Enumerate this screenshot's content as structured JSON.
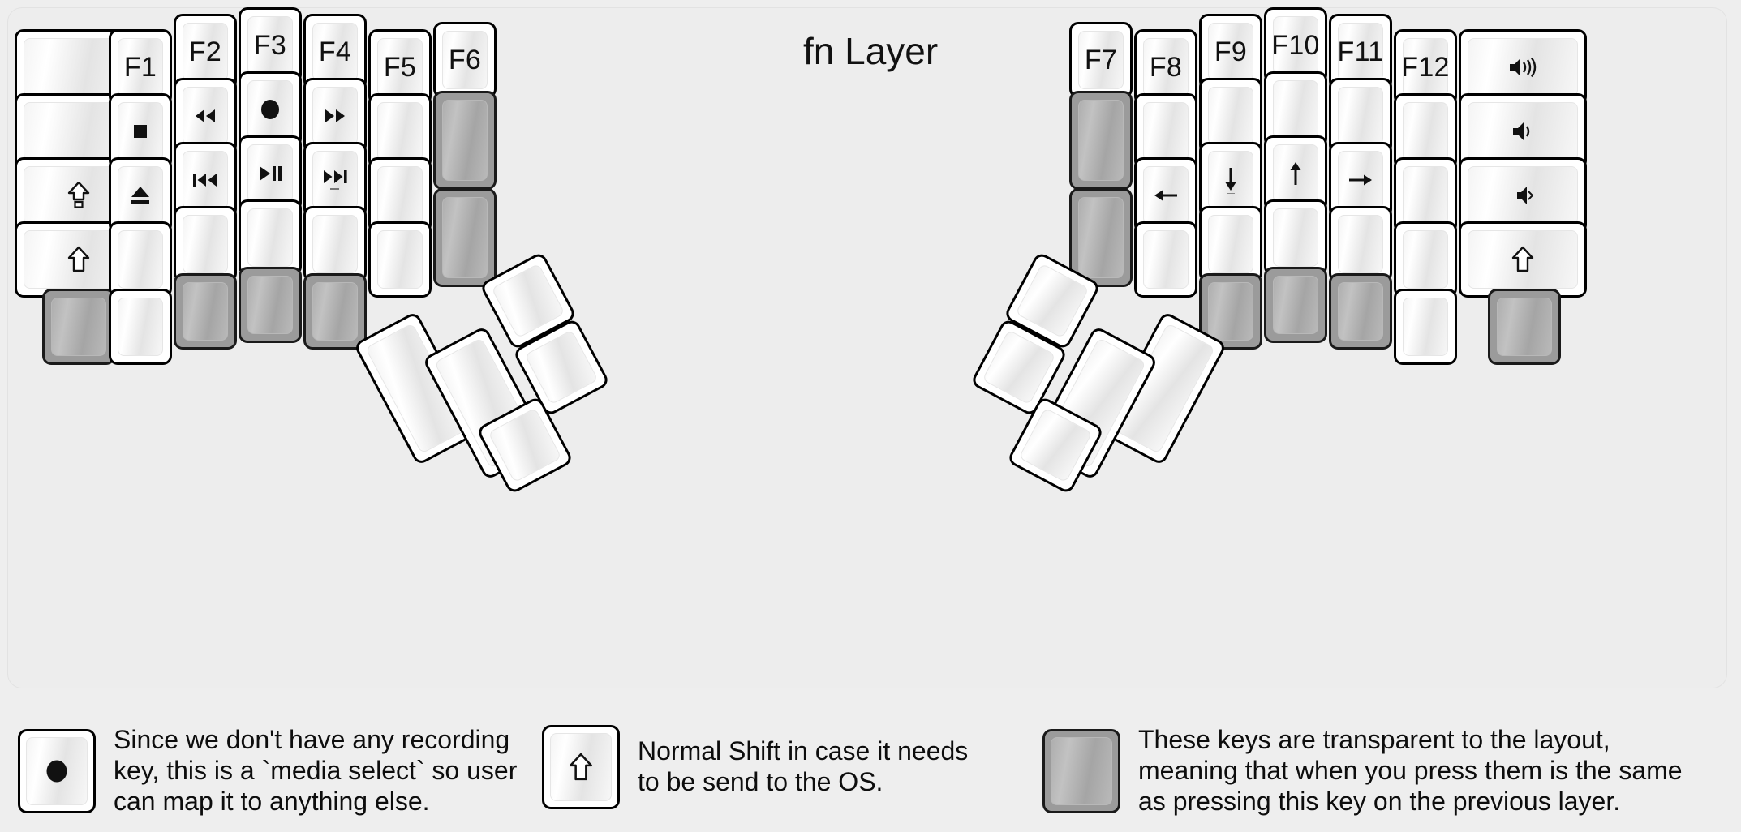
{
  "title": "fn Layer",
  "colors": {
    "background": "#eeeeee",
    "key_face": "#ffffff",
    "key_outline": "#000000",
    "transparent_key": "#9b9b9b",
    "text": "#111111"
  },
  "keyboard": {
    "left_half": {
      "columns": [
        {
          "name": "col-outer",
          "keys": [
            {
              "label": "",
              "icon": "",
              "type": "normal"
            },
            {
              "label": "",
              "icon": "",
              "type": "normal"
            },
            {
              "label": "",
              "icon": "caps-lock-icon",
              "type": "normal"
            },
            {
              "label": "",
              "icon": "shift-icon",
              "type": "normal"
            },
            {
              "label": "",
              "icon": "",
              "type": "transparent"
            }
          ]
        },
        {
          "name": "col-f1",
          "keys": [
            {
              "label": "F1",
              "icon": "",
              "type": "normal"
            },
            {
              "label": "",
              "icon": "stop-icon",
              "type": "normal"
            },
            {
              "label": "",
              "icon": "eject-icon",
              "type": "normal"
            },
            {
              "label": "",
              "icon": "",
              "type": "normal"
            },
            {
              "label": "",
              "icon": "",
              "type": "normal"
            }
          ]
        },
        {
          "name": "col-f2",
          "keys": [
            {
              "label": "F2",
              "icon": "",
              "type": "normal"
            },
            {
              "label": "",
              "icon": "rewind-icon",
              "type": "normal"
            },
            {
              "label": "",
              "icon": "previous-track-icon",
              "type": "normal"
            },
            {
              "label": "",
              "icon": "",
              "type": "normal"
            },
            {
              "label": "",
              "icon": "",
              "type": "transparent"
            }
          ]
        },
        {
          "name": "col-f3",
          "keys": [
            {
              "label": "F3",
              "icon": "",
              "type": "normal"
            },
            {
              "label": "",
              "icon": "record-icon",
              "type": "normal"
            },
            {
              "label": "",
              "icon": "play-pause-icon",
              "type": "normal"
            },
            {
              "label": "",
              "icon": "",
              "type": "normal"
            },
            {
              "label": "",
              "icon": "",
              "type": "transparent"
            }
          ]
        },
        {
          "name": "col-f4",
          "keys": [
            {
              "label": "F4",
              "icon": "",
              "type": "normal"
            },
            {
              "label": "",
              "icon": "fast-forward-icon",
              "type": "normal"
            },
            {
              "label": "",
              "icon": "next-track-icon",
              "type": "normal"
            },
            {
              "label": "",
              "icon": "",
              "type": "normal"
            },
            {
              "label": "",
              "icon": "",
              "type": "transparent"
            }
          ]
        },
        {
          "name": "col-f5",
          "keys": [
            {
              "label": "F5",
              "icon": "",
              "type": "normal"
            },
            {
              "label": "",
              "icon": "",
              "type": "normal"
            },
            {
              "label": "",
              "icon": "",
              "type": "normal"
            },
            {
              "label": "",
              "icon": "",
              "type": "normal"
            }
          ]
        },
        {
          "name": "col-f6",
          "keys": [
            {
              "label": "F6",
              "icon": "",
              "type": "normal"
            },
            {
              "label": "",
              "icon": "",
              "type": "transparent"
            },
            {
              "label": "",
              "icon": "",
              "type": "transparent"
            }
          ]
        }
      ],
      "thumb_cluster": [
        {
          "name": "thumb-l1",
          "type": "normal"
        },
        {
          "name": "thumb-l2",
          "type": "normal"
        },
        {
          "name": "thumb-l3",
          "type": "normal"
        },
        {
          "name": "thumb-l4",
          "type": "normal"
        },
        {
          "name": "thumb-l5",
          "type": "normal"
        }
      ]
    },
    "right_half": {
      "columns": [
        {
          "name": "col-f7",
          "keys": [
            {
              "label": "F7",
              "icon": "",
              "type": "normal"
            },
            {
              "label": "",
              "icon": "",
              "type": "transparent"
            },
            {
              "label": "",
              "icon": "",
              "type": "transparent"
            }
          ]
        },
        {
          "name": "col-f8",
          "keys": [
            {
              "label": "F8",
              "icon": "",
              "type": "normal"
            },
            {
              "label": "",
              "icon": "",
              "type": "normal"
            },
            {
              "label": "",
              "icon": "arrow-left-icon",
              "type": "normal"
            },
            {
              "label": "",
              "icon": "",
              "type": "normal"
            }
          ]
        },
        {
          "name": "col-f9",
          "keys": [
            {
              "label": "F9",
              "icon": "",
              "type": "normal"
            },
            {
              "label": "",
              "icon": "",
              "type": "normal"
            },
            {
              "label": "",
              "icon": "arrow-down-icon",
              "type": "normal"
            },
            {
              "label": "",
              "icon": "",
              "type": "normal"
            },
            {
              "label": "",
              "icon": "",
              "type": "transparent"
            }
          ]
        },
        {
          "name": "col-f10",
          "keys": [
            {
              "label": "F10",
              "icon": "",
              "type": "normal"
            },
            {
              "label": "",
              "icon": "",
              "type": "normal"
            },
            {
              "label": "",
              "icon": "arrow-up-icon",
              "type": "normal"
            },
            {
              "label": "",
              "icon": "",
              "type": "normal"
            },
            {
              "label": "",
              "icon": "",
              "type": "transparent"
            }
          ]
        },
        {
          "name": "col-f11",
          "keys": [
            {
              "label": "F11",
              "icon": "",
              "type": "normal"
            },
            {
              "label": "",
              "icon": "",
              "type": "normal"
            },
            {
              "label": "",
              "icon": "arrow-right-icon",
              "type": "normal"
            },
            {
              "label": "",
              "icon": "",
              "type": "normal"
            },
            {
              "label": "",
              "icon": "",
              "type": "transparent"
            }
          ]
        },
        {
          "name": "col-f12",
          "keys": [
            {
              "label": "F12",
              "icon": "",
              "type": "normal"
            },
            {
              "label": "",
              "icon": "",
              "type": "normal"
            },
            {
              "label": "",
              "icon": "",
              "type": "normal"
            },
            {
              "label": "",
              "icon": "",
              "type": "normal"
            },
            {
              "label": "",
              "icon": "",
              "type": "normal"
            }
          ]
        },
        {
          "name": "col-outer-right",
          "keys": [
            {
              "label": "",
              "icon": "volume-up-icon",
              "type": "normal"
            },
            {
              "label": "",
              "icon": "volume-down-icon",
              "type": "normal"
            },
            {
              "label": "",
              "icon": "volume-mute-icon",
              "type": "normal"
            },
            {
              "label": "",
              "icon": "shift-icon",
              "type": "normal"
            },
            {
              "label": "",
              "icon": "",
              "type": "transparent"
            }
          ]
        }
      ],
      "thumb_cluster": [
        {
          "name": "thumb-r1",
          "type": "normal"
        },
        {
          "name": "thumb-r2",
          "type": "normal"
        },
        {
          "name": "thumb-r3",
          "type": "normal"
        },
        {
          "name": "thumb-r4",
          "type": "normal"
        },
        {
          "name": "thumb-r5",
          "type": "normal"
        }
      ]
    }
  },
  "legend": [
    {
      "key_icon": "record-icon",
      "key_type": "normal",
      "text": "Since we don't have any recording\nkey, this is a `media select` so user\ncan map it to anything else."
    },
    {
      "key_icon": "shift-icon",
      "key_type": "normal",
      "text": "Normal Shift in case it needs\nto be send to the OS."
    },
    {
      "key_icon": "",
      "key_type": "transparent",
      "text": "These keys are transparent to the layout,\nmeaning that when you press them is the same\nas pressing this key on the previous layer."
    }
  ]
}
